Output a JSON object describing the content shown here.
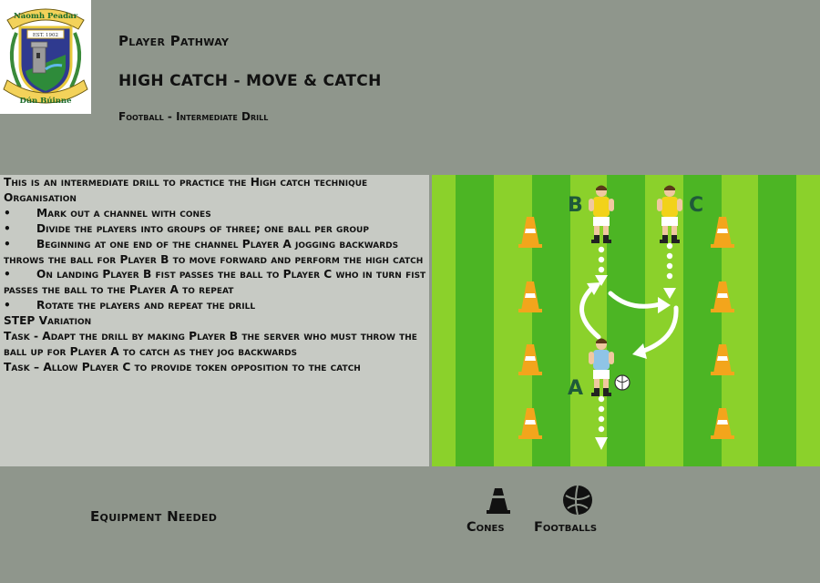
{
  "header": {
    "logo_top_text": "Naomh Peadar",
    "logo_est": "EST. 1902",
    "logo_bottom_text": "Dún Búinne",
    "subtitle": "Player Pathway",
    "title": "HIGH CATCH - MOVE & CATCH",
    "category": "Football - Intermediate Drill"
  },
  "description": {
    "intro": "This is an intermediate drill to practice the High catch technique",
    "organisation_heading": "Organisation",
    "bullet_symbol": "•",
    "bullets": [
      "Mark out a channel with cones",
      "Divide the players into groups of three; one ball per group",
      "Beginning at one end of the channel Player A jogging backwards throws the ball for Player B to move forward and perform the high catch",
      "On landing Player B fist passes the ball to Player C who in turn fist passes the ball to the Player A to repeat",
      "Rotate the players and repeat the drill"
    ],
    "step_heading": "STEP Variation",
    "tasks": [
      "Task - Adapt the drill by making Player B the server who must throw the ball up for Player A to catch as they jog backwards",
      "Task – Allow Player C to provide token opposition to the catch"
    ]
  },
  "diagram": {
    "player_b_label": "B",
    "player_c_label": "C",
    "player_a_label": "A",
    "colors": {
      "grass_light": "#8bd12b",
      "grass_dark": "#4cb524",
      "cone": "#f3a51c",
      "player_yellow": "#f2d21a",
      "player_blue": "#8fc4e6",
      "shorts": "#ffffff"
    }
  },
  "equipment": {
    "heading": "Equipment Needed",
    "items": [
      {
        "label": "Cones",
        "icon": "cone-icon"
      },
      {
        "label": "Footballs",
        "icon": "football-icon"
      }
    ]
  }
}
